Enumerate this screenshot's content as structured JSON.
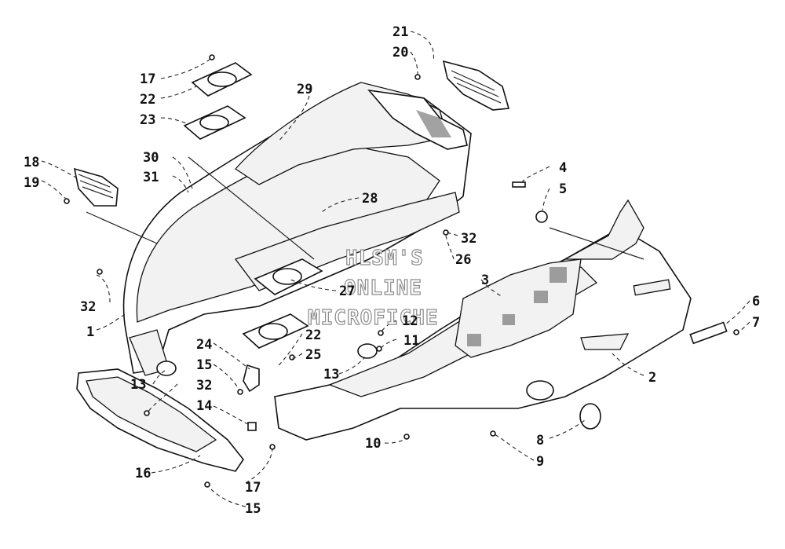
{
  "watermark": [
    "HLSM'S",
    "ONLINE",
    "MICROFICHE"
  ],
  "callouts": [
    {
      "id": "c1",
      "label": "1"
    },
    {
      "id": "c2",
      "label": "2"
    },
    {
      "id": "c3",
      "label": "3"
    },
    {
      "id": "c4",
      "label": "4"
    },
    {
      "id": "c5",
      "label": "5"
    },
    {
      "id": "c6",
      "label": "6"
    },
    {
      "id": "c7",
      "label": "7"
    },
    {
      "id": "c8",
      "label": "8"
    },
    {
      "id": "c9",
      "label": "9"
    },
    {
      "id": "c10",
      "label": "10"
    },
    {
      "id": "c11",
      "label": "11"
    },
    {
      "id": "c12",
      "label": "12"
    },
    {
      "id": "c13a",
      "label": "13"
    },
    {
      "id": "c13b",
      "label": "13"
    },
    {
      "id": "c14",
      "label": "14"
    },
    {
      "id": "c15a",
      "label": "15"
    },
    {
      "id": "c15b",
      "label": "15"
    },
    {
      "id": "c16",
      "label": "16"
    },
    {
      "id": "c17a",
      "label": "17"
    },
    {
      "id": "c17b",
      "label": "17"
    },
    {
      "id": "c18",
      "label": "18"
    },
    {
      "id": "c19",
      "label": "19"
    },
    {
      "id": "c20",
      "label": "20"
    },
    {
      "id": "c21",
      "label": "21"
    },
    {
      "id": "c22a",
      "label": "22"
    },
    {
      "id": "c22b",
      "label": "22"
    },
    {
      "id": "c23",
      "label": "23"
    },
    {
      "id": "c24",
      "label": "24"
    },
    {
      "id": "c25",
      "label": "25"
    },
    {
      "id": "c26",
      "label": "26"
    },
    {
      "id": "c27",
      "label": "27"
    },
    {
      "id": "c28",
      "label": "28"
    },
    {
      "id": "c29",
      "label": "29"
    },
    {
      "id": "c30",
      "label": "30"
    },
    {
      "id": "c31",
      "label": "31"
    },
    {
      "id": "c32a",
      "label": "32"
    },
    {
      "id": "c32b",
      "label": "32"
    },
    {
      "id": "c32c",
      "label": "32"
    }
  ]
}
